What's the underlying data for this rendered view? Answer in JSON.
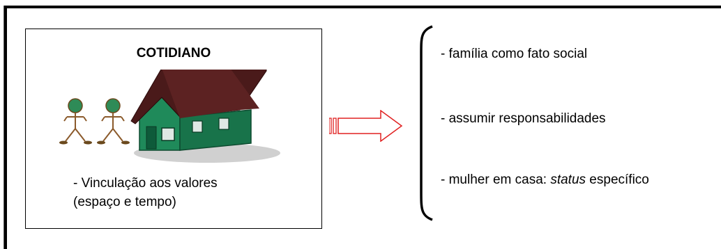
{
  "box": {
    "title": "COTIDIANO",
    "line1": "- Vinculação aos valores",
    "line2": "(espaço e tempo)"
  },
  "illustration": {
    "icons": [
      "stick-figure-icon",
      "stick-figure-icon",
      "house-icon"
    ],
    "colors": {
      "figure_head": "#2e8b57",
      "figure_body": "#8b5a2b",
      "house_wall": "#1f8a5a",
      "house_roof": "#4a1a1a"
    }
  },
  "arrow": {
    "icon": "right-arrow-icon",
    "color": "#e02020"
  },
  "list": {
    "item1": "- família como fato social",
    "item2": "- assumir responsabilidades",
    "item3_prefix": "- mulher em casa: ",
    "item3_italic": "status",
    "item3_suffix": " específico"
  }
}
